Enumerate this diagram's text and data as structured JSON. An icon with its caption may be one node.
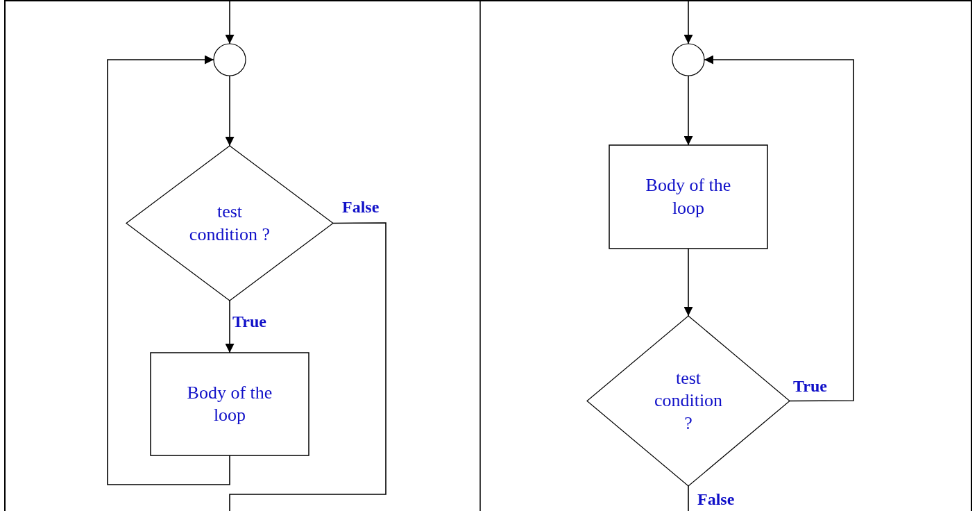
{
  "diagram": {
    "nodes": [
      {
        "text": [],
        "shape": "circle"
      },
      {
        "text": [
          "test condition ?"
        ]
      },
      {
        "text": [
          "Body of the loop"
        ]
      },
      {
        "text": [],
        "shape": "circle"
      },
      {
        "text": [
          "Body of the loop"
        ]
      },
      {
        "text": [
          "test condition ?"
        ]
      }
    ],
    "edges": [
      {
        "from": null,
        "to": 0,
        "arrow": "to"
      },
      {
        "from": 0,
        "to": 1,
        "arrow": "to"
      },
      {
        "from": 1,
        "to": 2,
        "arrow": "to",
        "label": "True"
      },
      {
        "from": 2,
        "to": 0,
        "arrow": "to"
      },
      {
        "from": 1,
        "to": null,
        "arrow": "none",
        "label": "False"
      },
      {
        "from": null,
        "to": 3,
        "arrow": "to"
      },
      {
        "from": 3,
        "to": 4,
        "arrow": "to"
      },
      {
        "from": 4,
        "to": 5,
        "arrow": "to"
      },
      {
        "from": 5,
        "to": 3,
        "arrow": "to",
        "label": "True"
      },
      {
        "from": 5,
        "to": null,
        "arrow": "none",
        "label": "False"
      }
    ]
  }
}
